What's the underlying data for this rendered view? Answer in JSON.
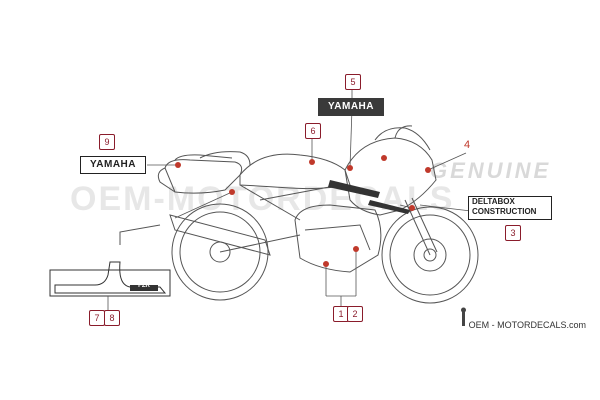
{
  "decals": {
    "yamaha_top": "YAMAHA",
    "yamaha_side": "YAMAHA",
    "deltabox_line1": "DELTABOX",
    "deltabox_line2": "CONSTRUCTION",
    "tail_badge": "FZR"
  },
  "callouts": {
    "c5": "5",
    "c6": "6",
    "c4": "4",
    "c9": "9",
    "c3": "3",
    "c1": "1",
    "c2": "2",
    "c7": "7",
    "c8": "8"
  },
  "watermarks": {
    "oem": "OEM-MOTORDECALS",
    "genuine": "GENUINE"
  },
  "brand": {
    "text": "OEM - MOTORDECALS.com"
  },
  "colors": {
    "callout": "#8a1c2b",
    "leader_dot": "#c0392b",
    "line": "#555555"
  }
}
